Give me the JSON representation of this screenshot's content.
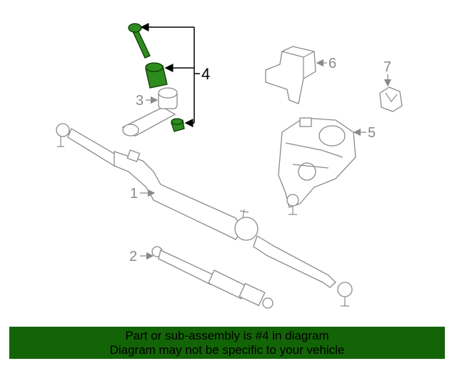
{
  "diagram": {
    "callouts": {
      "c1": "1",
      "c2": "2",
      "c3": "3",
      "c4": "4",
      "c5": "5",
      "c6": "6",
      "c7": "7"
    },
    "highlight_color": "#2e8b1e"
  },
  "banner": {
    "line1": "Part or sub-assembly is #4 in diagram",
    "line2": "Diagram may not be specific to your vehicle",
    "background": "#136407"
  }
}
